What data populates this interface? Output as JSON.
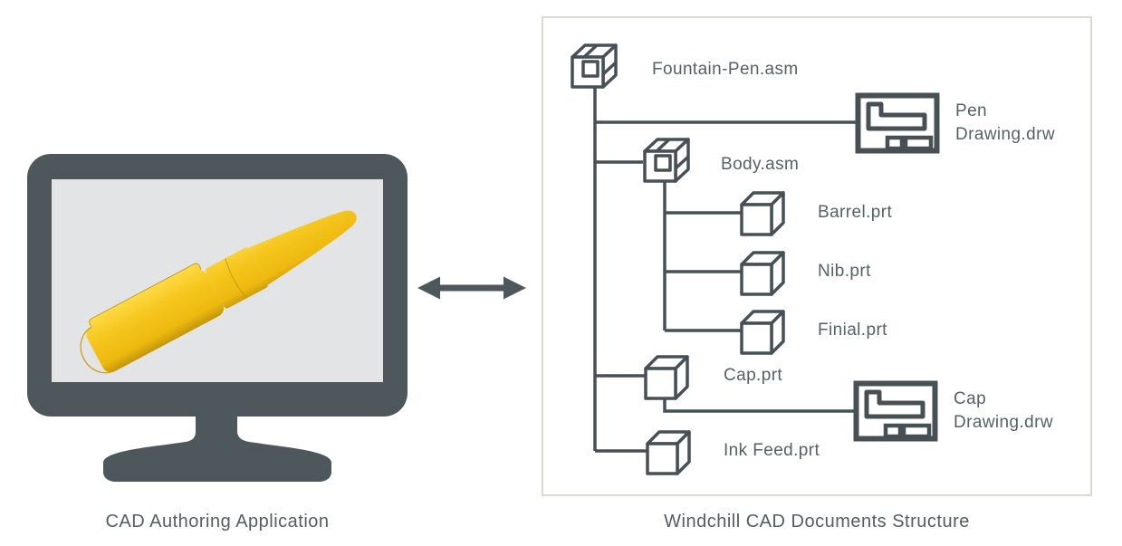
{
  "captions": {
    "left": "CAD Authoring Application",
    "right": "Windchill CAD Documents Structure"
  },
  "monitor": {
    "screen_content": "yellow capped fountain pen 3D model"
  },
  "tree": {
    "root": {
      "label": "Fountain-Pen.asm",
      "type": "assembly"
    },
    "nodes": [
      {
        "id": "pen-drawing",
        "type": "drawing",
        "label": "Pen Drawing.drw",
        "line1": "Pen",
        "line2": "Drawing.drw"
      },
      {
        "id": "body",
        "type": "assembly",
        "label": "Body.asm"
      },
      {
        "id": "barrel",
        "type": "part",
        "label": "Barrel.prt"
      },
      {
        "id": "nib",
        "type": "part",
        "label": "Nib.prt"
      },
      {
        "id": "finial",
        "type": "part",
        "label": "Finial.prt"
      },
      {
        "id": "cap",
        "type": "part",
        "label": "Cap.prt"
      },
      {
        "id": "cap-drawing",
        "type": "drawing",
        "label": "Cap Drawing.drw",
        "line1": "Cap",
        "line2": "Drawing.drw"
      },
      {
        "id": "ink-feed",
        "type": "part",
        "label": "Ink Feed.prt"
      }
    ]
  },
  "icons": {
    "assembly": "assembly-cube-icon",
    "part": "part-cube-icon",
    "drawing": "drawing-sheet-icon",
    "monitor": "monitor-icon",
    "arrow": "double-headed-arrow-icon",
    "pen": "fountain-pen-3d-model"
  },
  "colors": {
    "slate": "#4e585c",
    "tree_line": "#475155",
    "text": "#566063",
    "pen_yellow": "#f4c41d",
    "panel_border": "#dcd9d0",
    "screen_bg": "#e3e4e6"
  }
}
